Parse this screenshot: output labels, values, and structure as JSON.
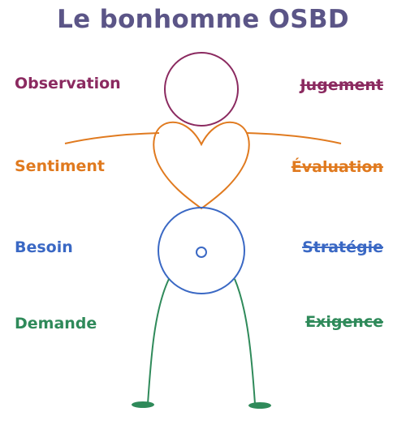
{
  "title": "Le bonhomme OSBD",
  "colors": {
    "title": "#5b5587",
    "observation": "#8b2a60",
    "sentiment": "#e07a1f",
    "besoin": "#3a68c4",
    "demande": "#2f8a5a"
  },
  "rows": [
    {
      "key": "observation",
      "left": "Observation",
      "right": "Jugement"
    },
    {
      "key": "sentiment",
      "left": "Sentiment",
      "right": "Évaluation"
    },
    {
      "key": "besoin",
      "left": "Besoin",
      "right": "Stratégie"
    },
    {
      "key": "demande",
      "left": "Demande",
      "right": "Exigence"
    }
  ],
  "figure_parts": [
    "head",
    "arms",
    "heart",
    "belly",
    "navel",
    "legs",
    "feet"
  ]
}
